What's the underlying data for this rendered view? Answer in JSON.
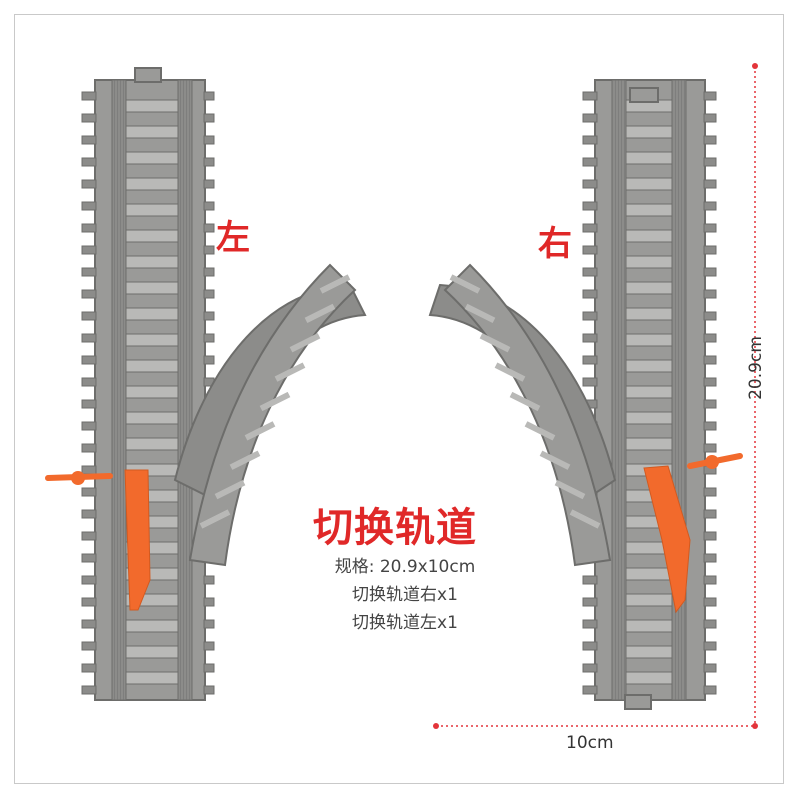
{
  "image": {
    "left_label": "左",
    "right_label": "右",
    "title": "切换轨道",
    "spec_lines": [
      "规格: 20.9x10cm",
      "切换轨道右x1",
      "切换轨道左x1"
    ],
    "dim_height": "20.9cm",
    "dim_width": "10cm"
  },
  "colors": {
    "track": "#8c8c8a",
    "track_dark": "#6d6d6b",
    "lever": "#f26a2c",
    "accent": "#e02828",
    "dim_line": "#e3343a"
  }
}
